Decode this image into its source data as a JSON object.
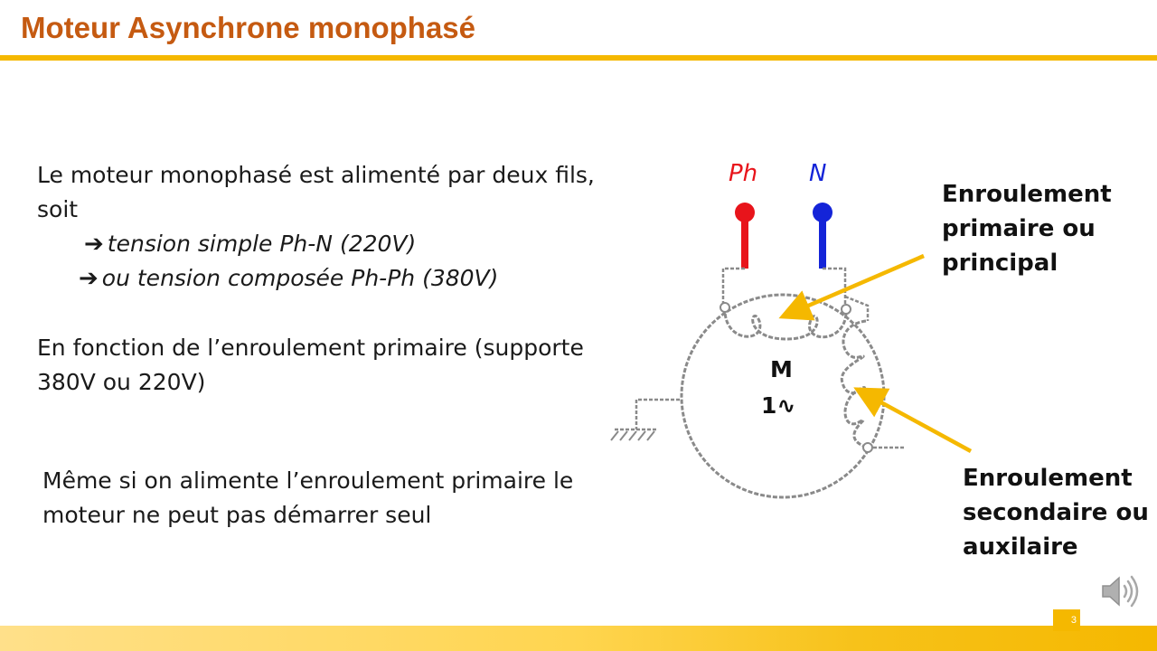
{
  "slide": {
    "title": "Moteur Asynchrone monophasé",
    "page_number": "3"
  },
  "paragraph_1": {
    "line": "Le moteur monophasé est alimenté par deux fils, soit",
    "bullets": [
      {
        "arrow": "➔",
        "text": "tension simple Ph-N (220V)"
      },
      {
        "arrow": "➔",
        "text": "ou tension composée Ph-Ph (380V)"
      }
    ]
  },
  "paragraph_2": "En fonction de l’enroulement primaire (supporte 380V ou 220V)",
  "paragraph_3": "Même si on alimente l’enroulement primaire le moteur ne peut pas démarrer seul",
  "diagram": {
    "terminal_phase": "Ph",
    "terminal_neutral": "N",
    "motor_symbol": "M",
    "motor_type": "1∿",
    "label_primary": "Enroulement primaire ou principal",
    "label_secondary": "Enroulement secondaire ou auxilaire",
    "colors": {
      "phase": "#E8141B",
      "neutral": "#1424D8",
      "arrow": "#F5B800",
      "wire": "#8a8a8a"
    }
  },
  "theme": {
    "title_color": "#C55A11",
    "accent": "#F5B800"
  },
  "icons": {
    "speaker": "speaker-icon"
  }
}
